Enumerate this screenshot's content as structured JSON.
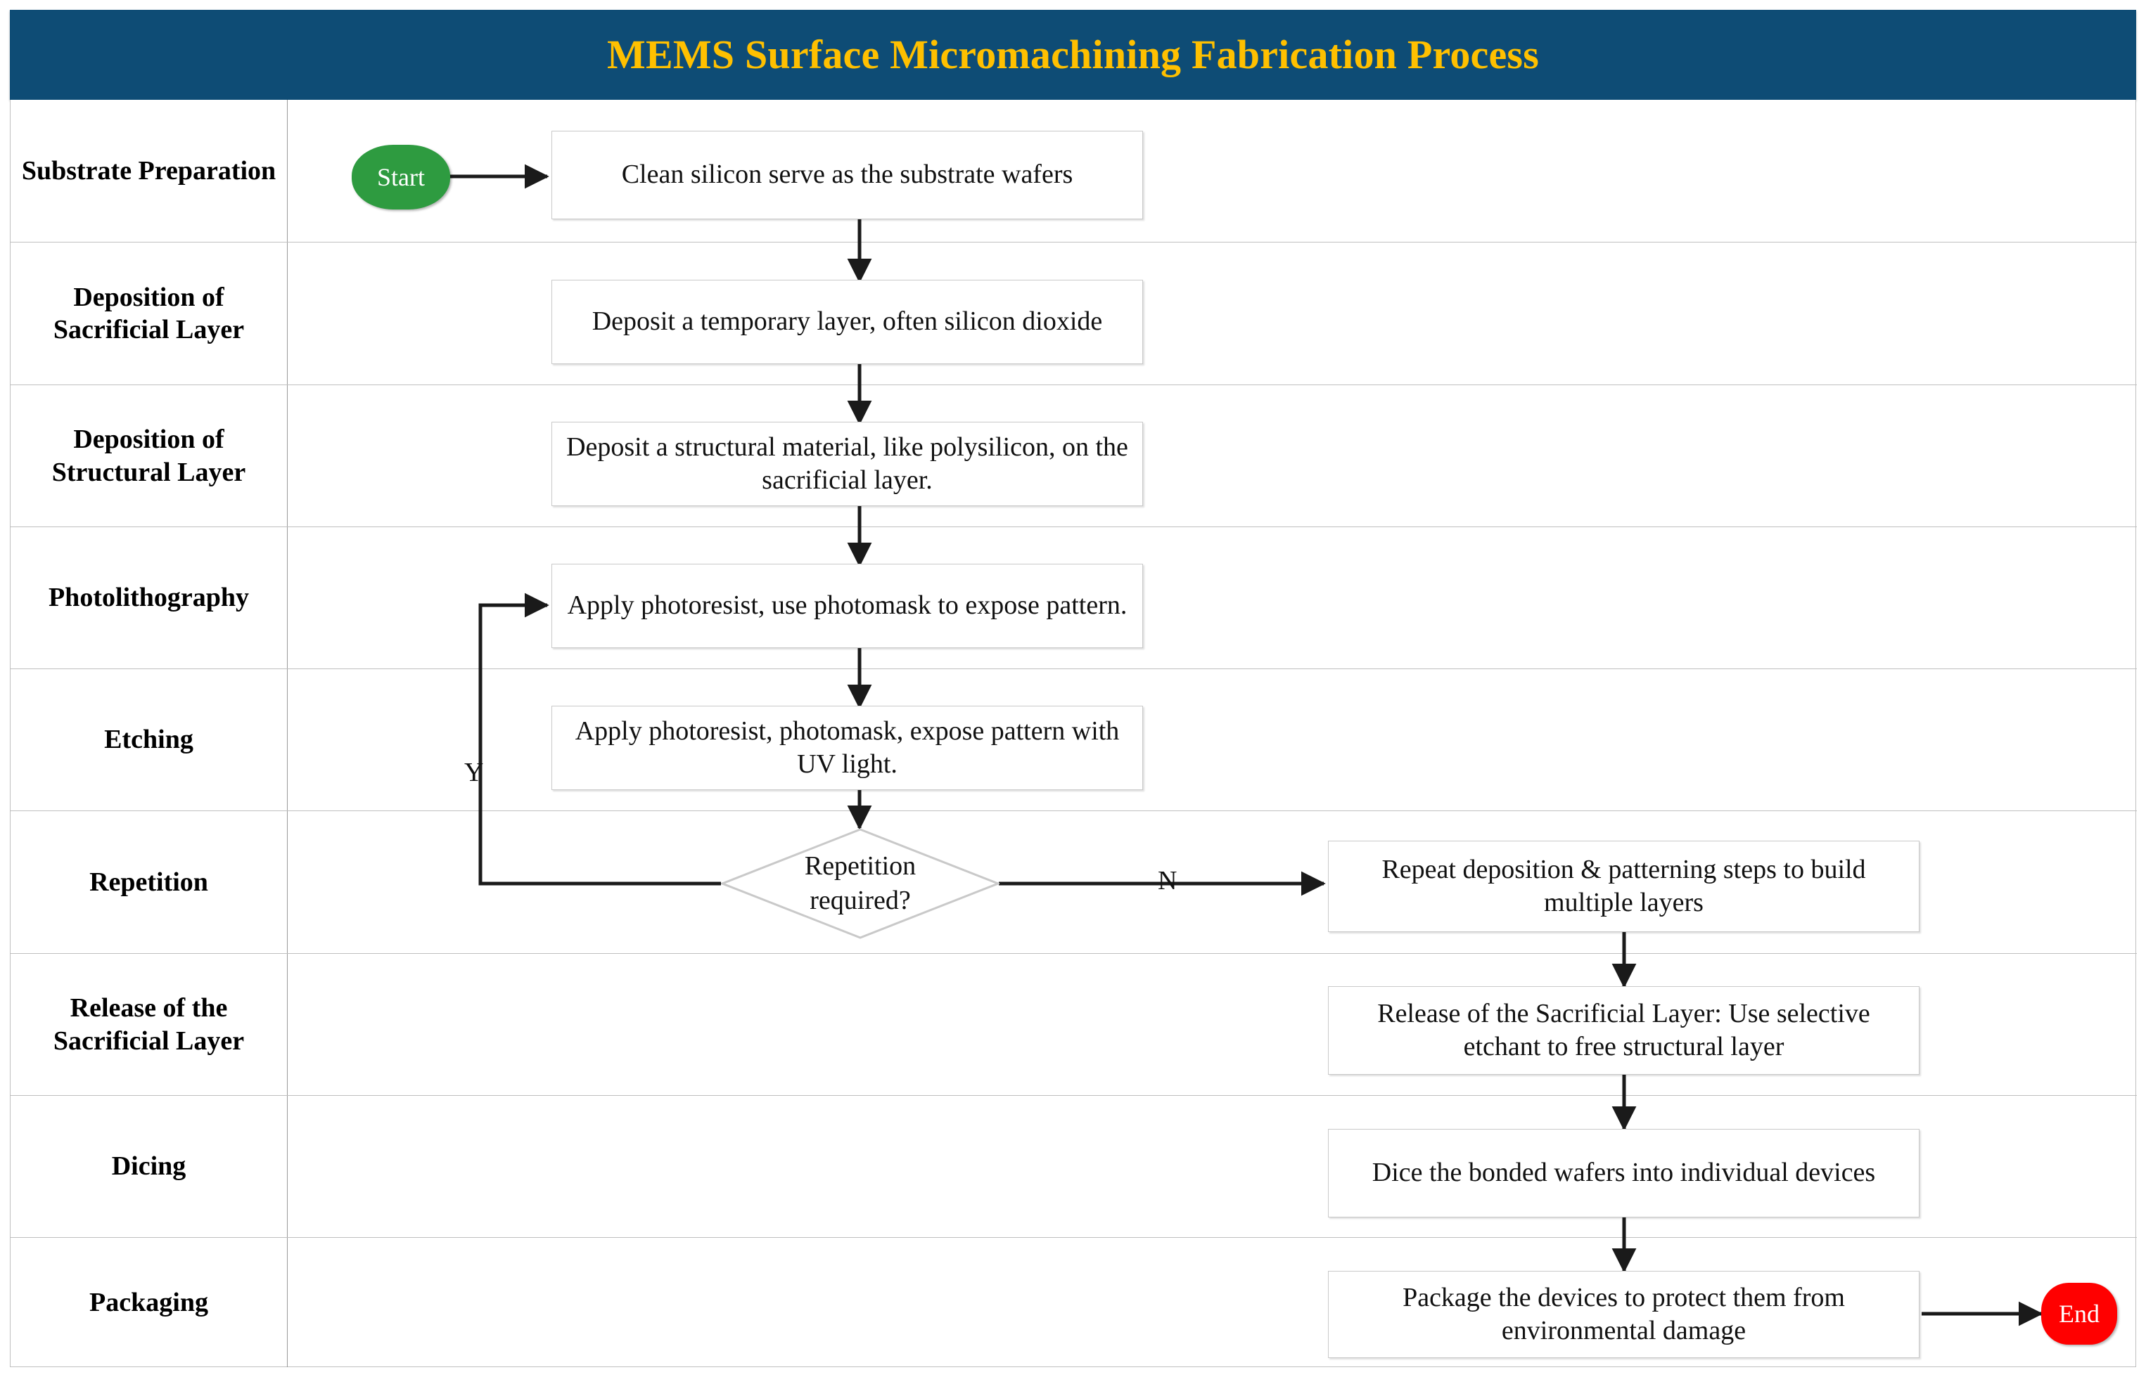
{
  "header": {
    "title": "MEMS Surface Micromachining Fabrication Process",
    "bg_color": "#0E4C75",
    "text_color": "#FFC000"
  },
  "diagram": {
    "type": "flowchart",
    "orientation": "top-to-bottom",
    "row_labels": [
      "Substrate Preparation",
      "Deposition of Sacrificial Layer",
      "Deposition of Structural Layer",
      "Photolithography",
      "Etching",
      "Repetition",
      "Release of the Sacrificial Layer",
      "Dicing",
      "Packaging"
    ],
    "terminators": {
      "start": {
        "label": "Start",
        "color": "#2E9B40",
        "text_color": "#FFFFFF"
      },
      "end": {
        "label": "End",
        "color": "#FF0000",
        "text_color": "#FFFFFF"
      }
    },
    "nodes": [
      {
        "id": "n1",
        "label": "Clean silicon serve as the substrate wafers",
        "shape": "process",
        "row": "Substrate Preparation"
      },
      {
        "id": "n2",
        "label": "Deposit a temporary layer, often silicon dioxide",
        "shape": "process",
        "row": "Deposition of Sacrificial Layer"
      },
      {
        "id": "n3",
        "label": "Deposit a structural material, like polysilicon, on the sacrificial layer.",
        "shape": "process",
        "row": "Deposition of Structural Layer"
      },
      {
        "id": "n4",
        "label": "Apply photoresist, use photomask to expose pattern.",
        "shape": "process",
        "row": "Photolithography"
      },
      {
        "id": "n5",
        "label": "Apply photoresist, photomask, expose pattern with UV light.",
        "shape": "process",
        "row": "Etching"
      },
      {
        "id": "n6",
        "label": "Repetition required?",
        "shape": "decision",
        "row": "Repetition"
      },
      {
        "id": "n7",
        "label": "Repeat deposition & patterning steps to build multiple layers",
        "shape": "process",
        "row": "Repetition"
      },
      {
        "id": "n8",
        "label": "Release of the Sacrificial Layer: Use selective etchant to free structural layer",
        "shape": "process",
        "row": "Release of the Sacrificial Layer"
      },
      {
        "id": "n9",
        "label": "Dice the bonded wafers into individual devices",
        "shape": "process",
        "row": "Dicing"
      },
      {
        "id": "n10",
        "label": "Package the devices to protect them from environmental damage",
        "shape": "process",
        "row": "Packaging"
      }
    ],
    "edge_labels": {
      "yes": "Y",
      "no": "N"
    },
    "edges": [
      {
        "from": "start",
        "to": "n1",
        "label": ""
      },
      {
        "from": "n1",
        "to": "n2",
        "label": ""
      },
      {
        "from": "n2",
        "to": "n3",
        "label": ""
      },
      {
        "from": "n3",
        "to": "n4",
        "label": ""
      },
      {
        "from": "n4",
        "to": "n5",
        "label": ""
      },
      {
        "from": "n5",
        "to": "n6",
        "label": ""
      },
      {
        "from": "n6",
        "to": "n4",
        "label": "Y"
      },
      {
        "from": "n6",
        "to": "n7",
        "label": "N"
      },
      {
        "from": "n7",
        "to": "n8",
        "label": ""
      },
      {
        "from": "n8",
        "to": "n9",
        "label": ""
      },
      {
        "from": "n9",
        "to": "n10",
        "label": ""
      },
      {
        "from": "n10",
        "to": "end",
        "label": ""
      }
    ]
  }
}
